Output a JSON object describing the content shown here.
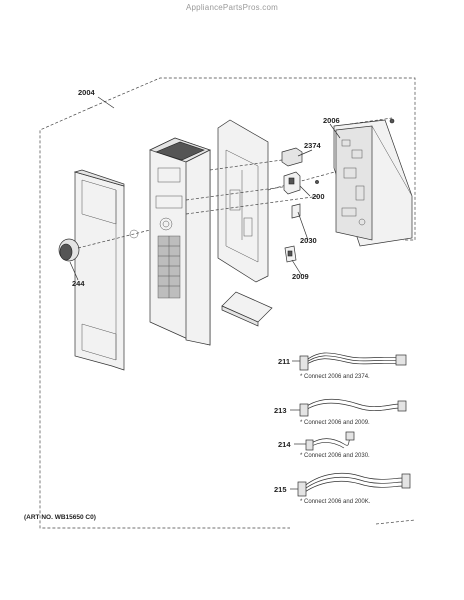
{
  "watermark": "AppliancePartsPros.com",
  "parts": [
    {
      "id": "2004",
      "label": "2004"
    },
    {
      "id": "2006",
      "label": "2006"
    },
    {
      "id": "2374",
      "label": "2374"
    },
    {
      "id": "200",
      "label": "200"
    },
    {
      "id": "2030",
      "label": "2030"
    },
    {
      "id": "2009",
      "label": "2009"
    },
    {
      "id": "244",
      "label": "244"
    }
  ],
  "harnesses": [
    {
      "label": "211",
      "note": "* Connect 2006 and 2374."
    },
    {
      "label": "213",
      "note": "* Connect 2006 and 2009."
    },
    {
      "label": "214",
      "note": "* Connect 2006 and 2030."
    },
    {
      "label": "215",
      "note": "* Connect 2006 and 200K."
    }
  ],
  "art_number": "(ART NO. WB15650 C0)"
}
